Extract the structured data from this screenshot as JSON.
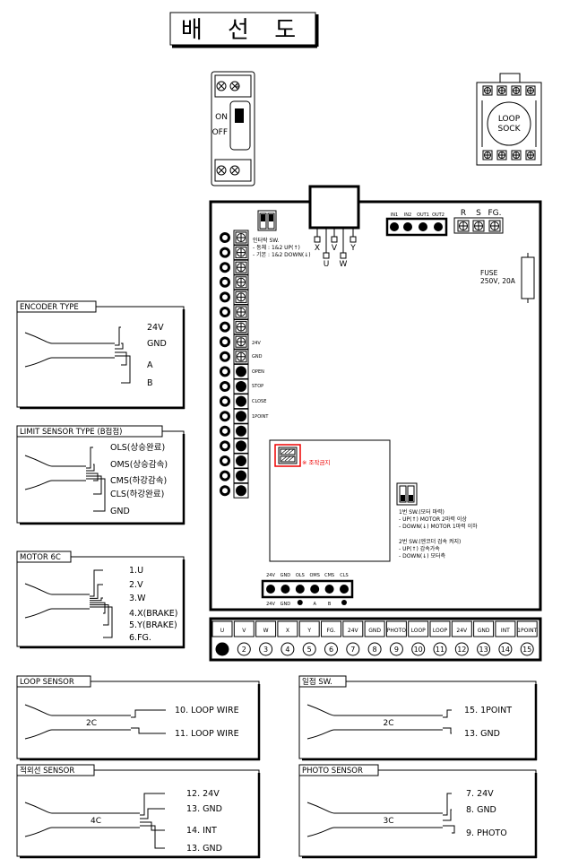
{
  "title": "배  선  도",
  "breaker": {
    "on": "ON",
    "off": "OFF"
  },
  "loop_sock": {
    "line1": "LOOP",
    "line2": "SOCK"
  },
  "transformer": {
    "outputs": [
      "X",
      "V",
      "Y",
      "U",
      "W"
    ]
  },
  "top_connector": {
    "labels": [
      "IN1",
      "IN2",
      "OUT1",
      "OUT2"
    ]
  },
  "power": {
    "labels": [
      "R",
      "S",
      "FG."
    ]
  },
  "fuse": {
    "line1": "FUSE",
    "line2": "250V, 20A"
  },
  "dip_note": {
    "title": "인터락 SW.",
    "line1": "- 동체 : 1&2 UP(↑)",
    "line2": "- 기본 : 1&2 DOWN(↓)"
  },
  "left_terms": {
    "labels": [
      "24V",
      "GND",
      "OPEN",
      "STOP",
      "CLOSE",
      "1POINT"
    ]
  },
  "warning": "※ 조작금지",
  "sw_notes": [
    "1번 SW.(모터 마력)",
    "- UP(↑) MOTOR 2마력 이상",
    "- DOWN(↓) MOTOR 1마력 이하",
    "2번 SW.(엔코더 검속 켜지)",
    "- UP(↑) 감속가속",
    "- DOWN(↓) 모터측"
  ],
  "bottom_connector": {
    "top_labels": [
      "24V",
      "GND",
      "OLS",
      "OMS",
      "CMS",
      "CLS"
    ],
    "bottom_labels": [
      "24V",
      "GND",
      "",
      "A",
      "B",
      ""
    ]
  },
  "terminal_strip": {
    "labels": [
      "U",
      "V",
      "W",
      "X",
      "Y",
      "FG.",
      "24V",
      "GND",
      "PHOTO",
      "LOOP",
      "LOOP",
      "24V",
      "GND",
      "INT",
      "1POINT"
    ],
    "numbers": [
      "1",
      "2",
      "3",
      "4",
      "5",
      "6",
      "7",
      "8",
      "9",
      "10",
      "11",
      "12",
      "13",
      "14",
      "15"
    ]
  },
  "encoder": {
    "title": "ENCODER TYPE",
    "wires": [
      "24V",
      "GND",
      "A",
      "B"
    ]
  },
  "limit": {
    "title": "LIMIT SENSOR TYPE (B접점)",
    "wires": [
      "OLS(상승완료)",
      "OMS(상승감속)",
      "CMS(하강감속)",
      "CLS(하강완료)",
      "GND"
    ]
  },
  "motor": {
    "title": "MOTOR 6C",
    "wires": [
      "1.U",
      "2.V",
      "3.W",
      "4.X(BRAKE)",
      "5.Y(BRAKE)",
      "6.FG."
    ]
  },
  "loop_sensor": {
    "title": "LOOP SENSOR",
    "cable": "2C",
    "wires": [
      "10. LOOP WIRE",
      "11. LOOP WIRE"
    ]
  },
  "onepoint_sw": {
    "title": "일점 SW.",
    "cable": "2C",
    "wires": [
      "15. 1POINT",
      "13. GND"
    ]
  },
  "ir_sensor": {
    "title": "적외선 SENSOR",
    "cable": "4C",
    "wires": [
      "12. 24V",
      "13. GND",
      "14. INT",
      "13. GND"
    ]
  },
  "photo_sensor": {
    "title": "PHOTO SENSOR",
    "cable": "3C",
    "wires": [
      "7. 24V",
      "8. GND",
      "9. PHOTO"
    ]
  }
}
